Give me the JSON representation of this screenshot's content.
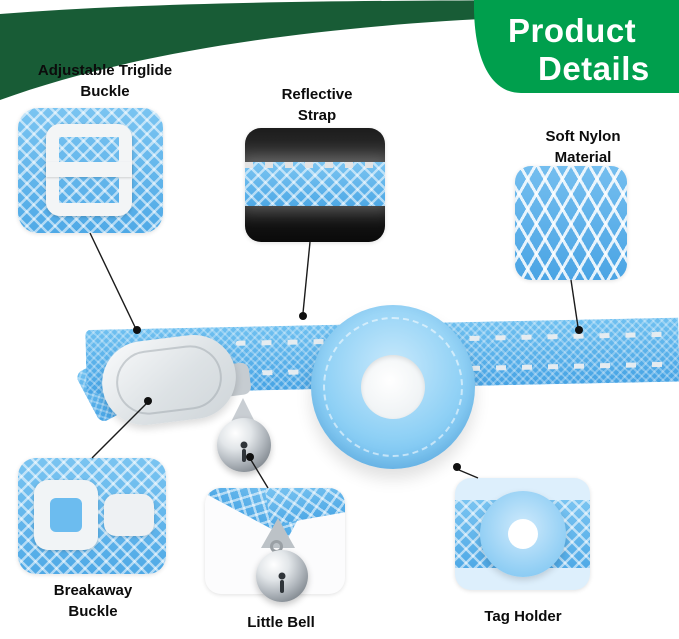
{
  "banner": {
    "line1": "Product",
    "line2": "Details",
    "color_main": "#009F4D",
    "color_dark": "#185C36"
  },
  "callouts": {
    "triglide": {
      "label": "Adjustable Triglide Buckle"
    },
    "reflective": {
      "label": "Reflective Strap"
    },
    "nylon": {
      "label": "Soft Nylon Material"
    },
    "breakaway": {
      "label": "Breakaway Buckle"
    },
    "bell": {
      "label": "Little Bell"
    },
    "tag": {
      "label": "Tag Holder"
    }
  },
  "product": {
    "collar_color": "#5FB3EA",
    "holder_color": "#8ED0F5",
    "buckle_color": "#E3E7EA",
    "bell_color": "#B9C0C6",
    "stitch_color": "#E8EBED"
  }
}
